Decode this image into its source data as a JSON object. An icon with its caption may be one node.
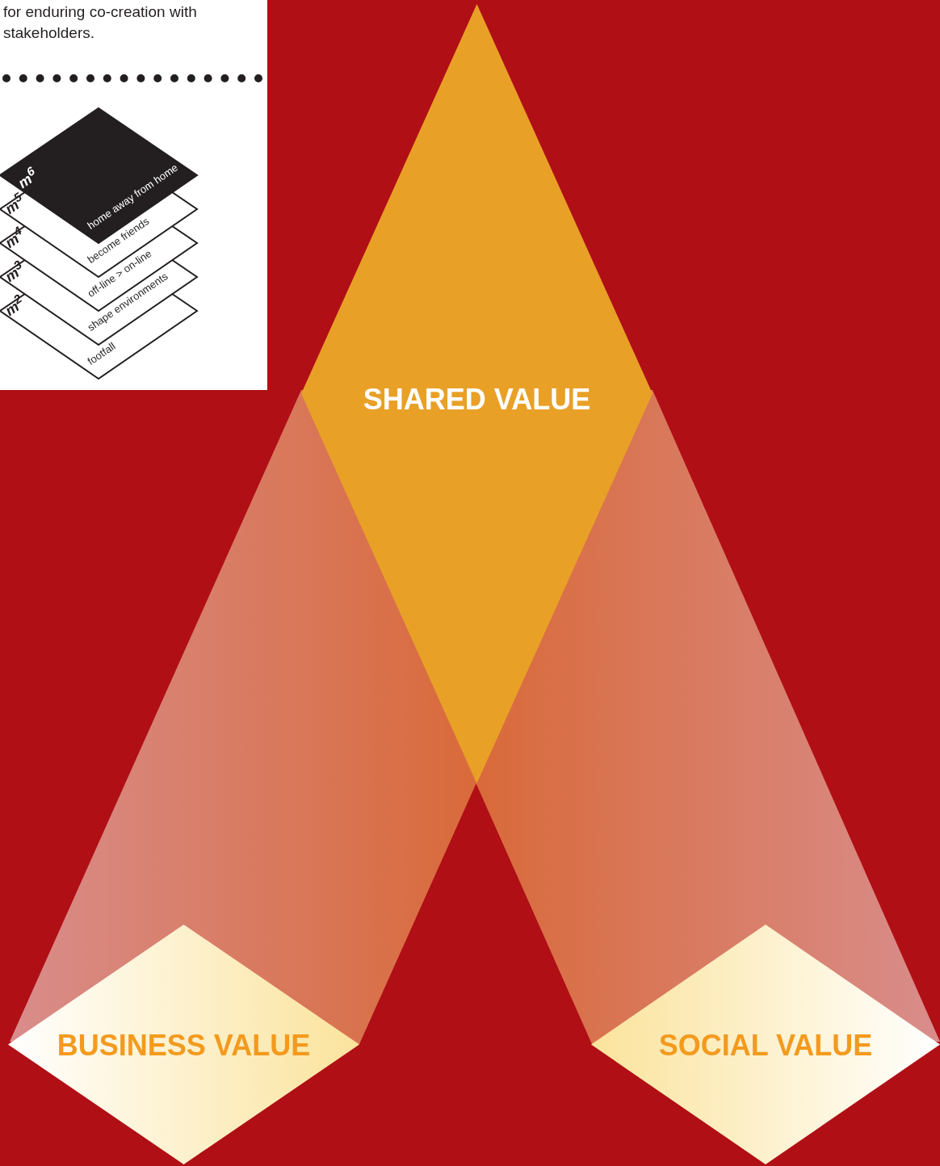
{
  "diagram": {
    "nodes": [
      {
        "text": [
          "m$^{6}$",
          "home away from home"
        ]
      },
      {
        "text": [
          "m$^{5}$",
          "become friends"
        ]
      },
      {
        "text": [
          "m$^{4}$",
          "off-line > on-line"
        ]
      },
      {
        "text": [
          "m$^{3}$",
          "shape environments"
        ]
      },
      {
        "text": [
          "m$^{2}$",
          "footfall"
        ]
      },
      {
        "text": [
          "SHARED VALUE"
        ]
      },
      {
        "text": [
          "BUSINESS VALUE"
        ]
      },
      {
        "text": [
          "SOCIAL VALUE"
        ]
      }
    ],
    "edges": [],
    "labels": [
      "for enduring co-creation with stakeholders."
    ]
  }
}
